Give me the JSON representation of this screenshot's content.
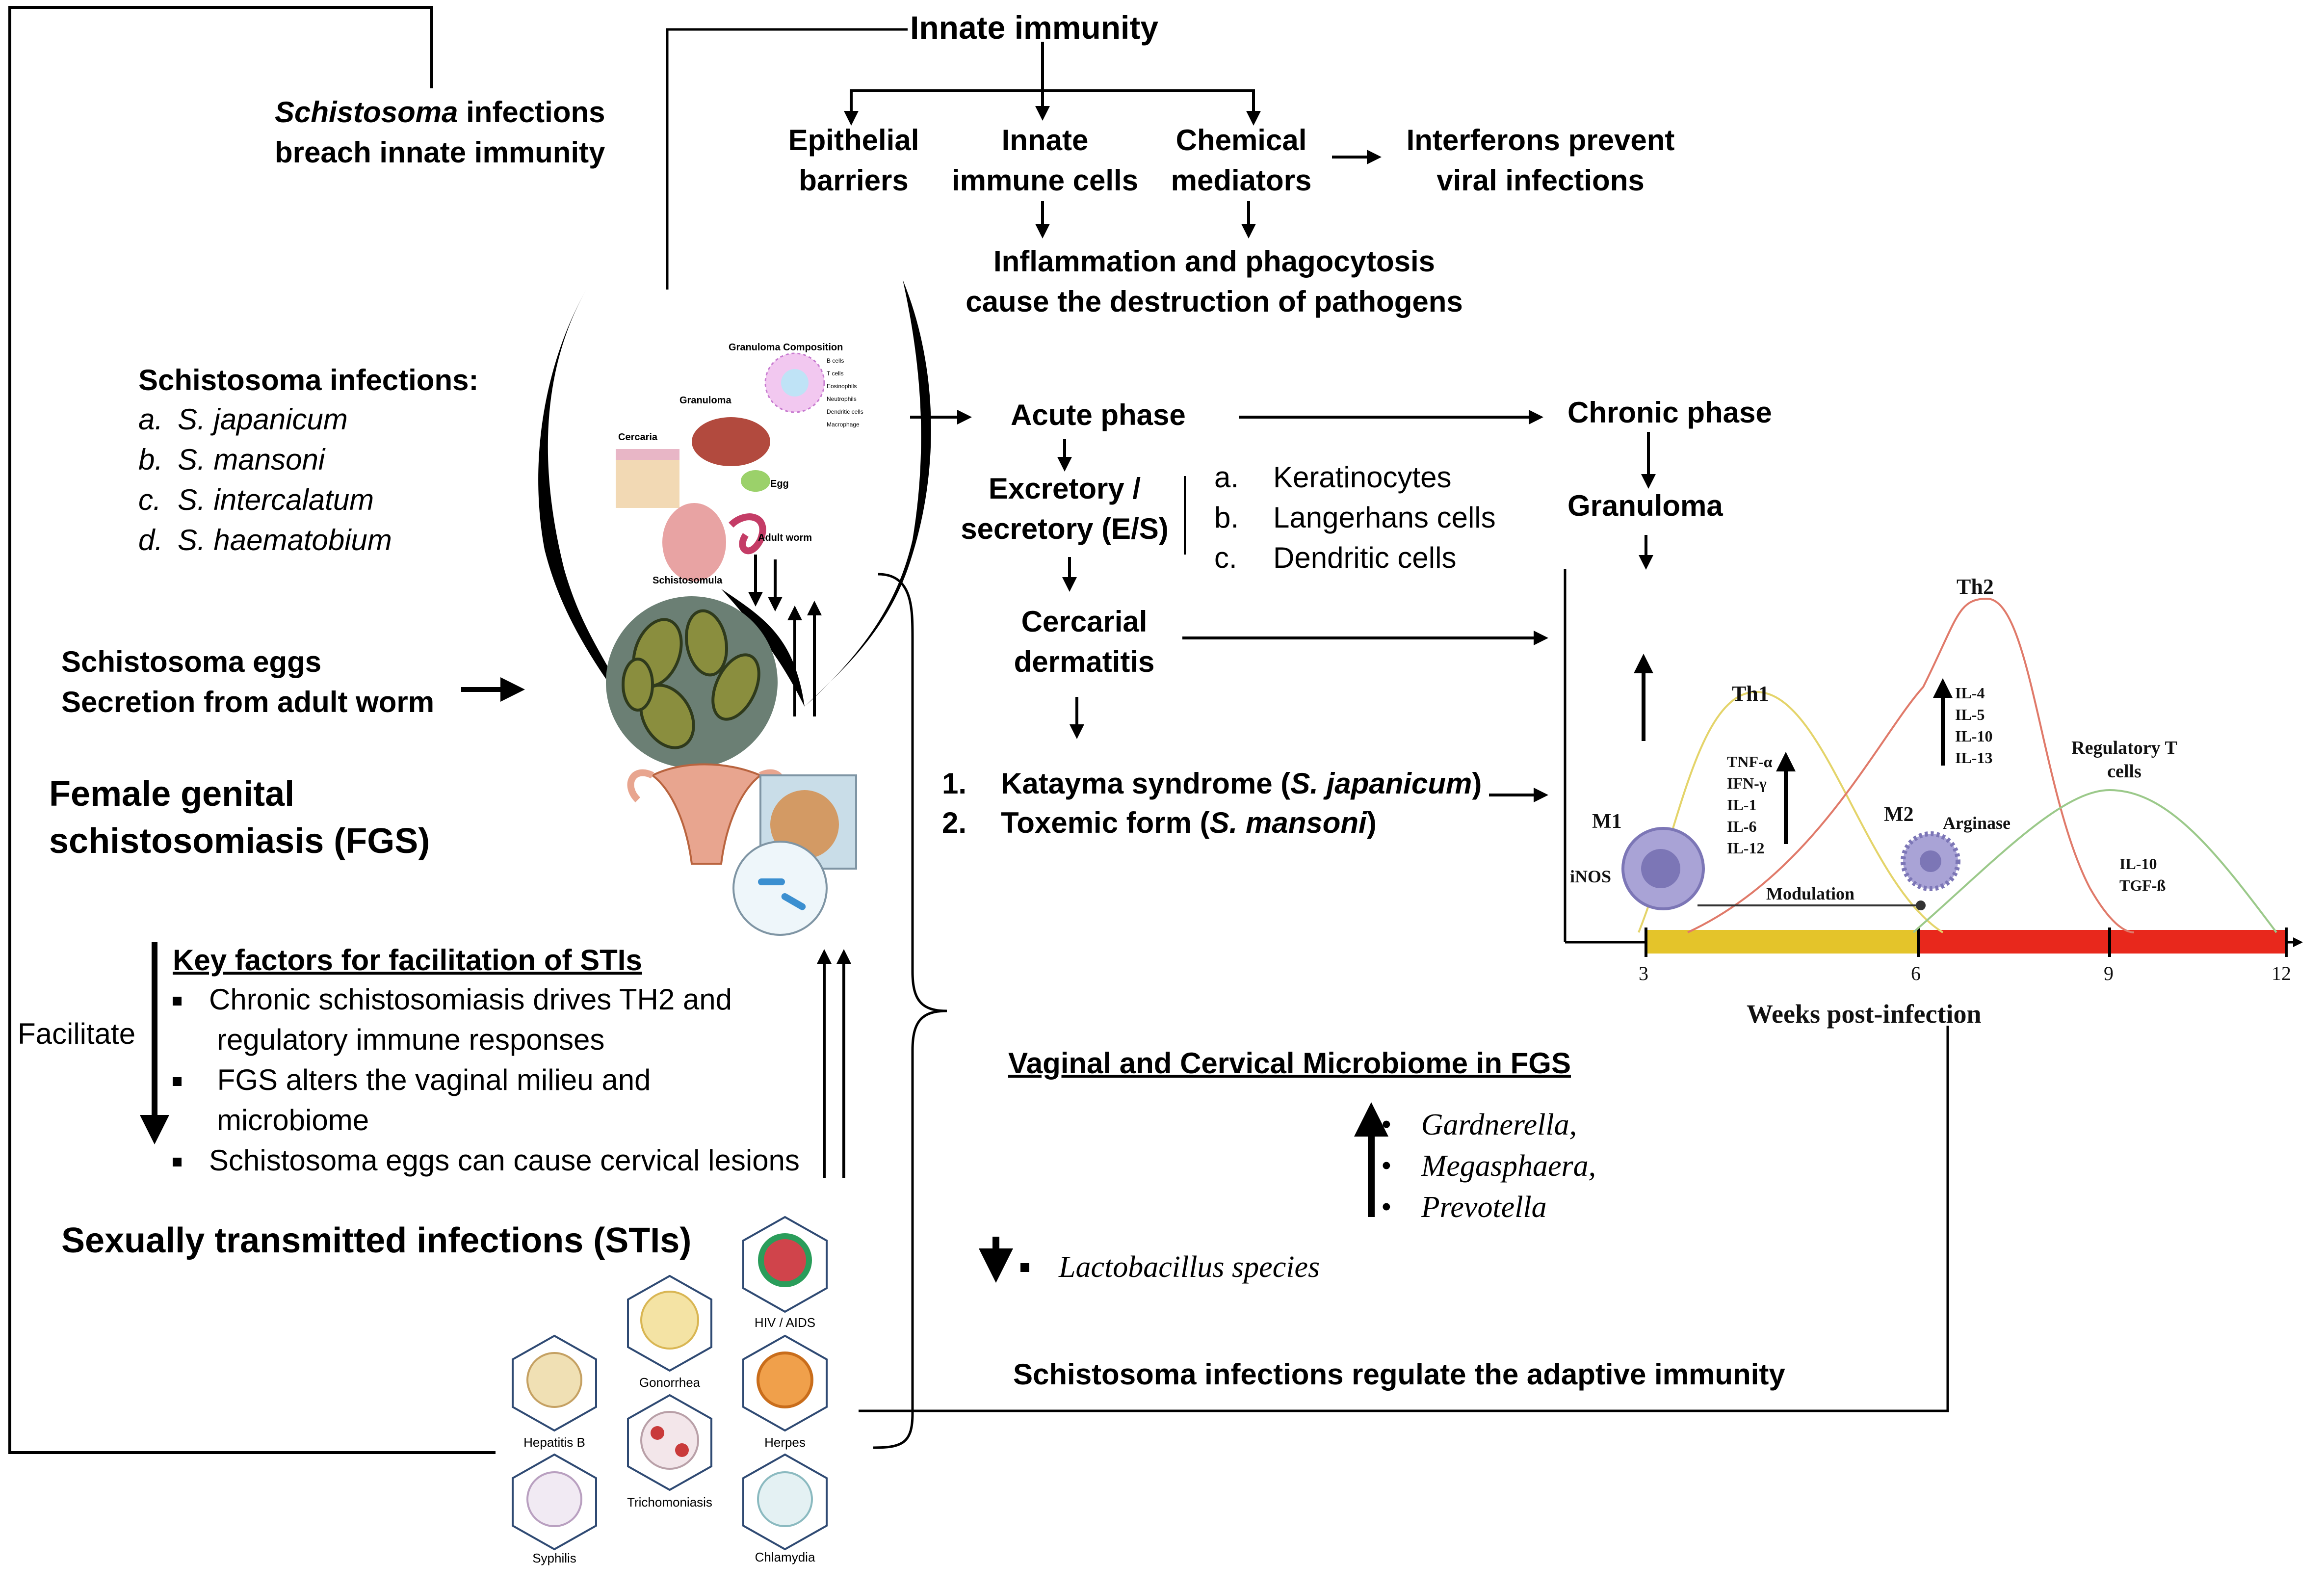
{
  "left": {
    "breach_text_italic": "Schistosoma",
    "breach_text_rest": " infections",
    "breach_text_line2": "breach innate immunity",
    "infections_heading": "Schistosoma infections:",
    "species": [
      {
        "marker": "a.",
        "name": "S. japanicum"
      },
      {
        "marker": "b.",
        "name": "S. mansoni"
      },
      {
        "marker": "c.",
        "name": "S. intercalatum"
      },
      {
        "marker": "d.",
        "name": "S. haematobium"
      }
    ],
    "eggs_line1": "Schistosoma eggs",
    "eggs_line2": "Secretion from adult worm",
    "fgs_line1": "Female genital",
    "fgs_line2": "schistosomiasis (FGS)",
    "facilitate": "Facilitate",
    "key_factors_title": "Key factors for facilitation of STIs",
    "key_factors": [
      "Chronic schistosomiasis drives TH2 and",
      "regulatory immune responses",
      " FGS alters the vaginal milieu and",
      "microbiome",
      "Schistosoma eggs can cause cervical lesions"
    ],
    "sti_heading": "Sexually transmitted infections (STIs)"
  },
  "illustration": {
    "granuloma_composition": "Granuloma Composition",
    "granuloma": "Granuloma",
    "cercaria": "Cercaria",
    "egg": "Egg",
    "adult_worm": "Adult worm",
    "schistosomula": "Schistosomula",
    "legend": [
      "B cells",
      "T cells",
      "Eosinophils",
      "Neutrophils",
      "Dendritic cells",
      "Macrophage"
    ]
  },
  "innate": {
    "title": "Innate immunity",
    "epithelial_1": "Epithelial",
    "epithelial_2": "barriers",
    "cells_1": "Innate",
    "cells_2": "immune cells",
    "chem_1": "Chemical",
    "chem_2": "mediators",
    "ifn_1": "Interferons prevent",
    "ifn_2": "viral infections",
    "inflam_1": "Inflammation and phagocytosis",
    "inflam_2": "cause the destruction of pathogens"
  },
  "adaptive": {
    "acute": "Acute phase",
    "chronic": "Chronic phase",
    "granuloma": "Granuloma",
    "es_1": "Excretory /",
    "es_2": "secretory (E/S)",
    "cells": [
      {
        "marker": "a.",
        "name": "Keratinocytes"
      },
      {
        "marker": "b.",
        "name": "Langerhans cells"
      },
      {
        "marker": "c.",
        "name": "Dendritic cells"
      }
    ],
    "cercarial_1": "Cercarial",
    "cercarial_2": "dermatitis",
    "katayma_num": "1.",
    "katayma_pre": "Katayma syndrome (",
    "katayma_sp": "S. japanicum",
    "katayma_post": ")",
    "toxemic_num": "2.",
    "toxemic_pre": "Toxemic form (",
    "toxemic_sp": "S. mansoni",
    "toxemic_post": ")",
    "regulate": "Schistosoma infections regulate the adaptive immunity"
  },
  "microbiome": {
    "title": "Vaginal and Cervical Microbiome in FGS",
    "increased": [
      "Gardnerella,",
      "Megasphaera,",
      "Prevotella"
    ],
    "decreased": "Lactobacillus species"
  },
  "stis": {
    "hiv": "HIV / AIDS",
    "gonorrhea": "Gonorrhea",
    "herpes": "Herpes",
    "hepatitis": "Hepatitis B",
    "trich": "Trichomoniasis",
    "syphilis": "Syphilis",
    "chlamydia": "Chlamydia"
  },
  "chart_data": {
    "type": "line",
    "xlabel": "Weeks post-infection",
    "x_ticks": [
      "3",
      "6",
      "9",
      "12"
    ],
    "series": [
      {
        "name": "Th1",
        "peak_week": 4.1,
        "markers": [
          "TNF-α",
          "IFN-γ",
          "IL-1",
          "IL-6",
          "IL-12"
        ],
        "color": "#e4d46a"
      },
      {
        "name": "Th2",
        "peak_week": 6.8,
        "markers": [
          "IL-4",
          "IL-5",
          "IL-10",
          "IL-13"
        ],
        "color": "#e07a6a"
      },
      {
        "name": "Regulatory T cells",
        "peak_week": 9,
        "markers": [
          "IL-10",
          "TGF-ß"
        ],
        "color": "#9bc98a"
      }
    ],
    "m1": "M1",
    "m1_marker": "iNOS",
    "m2": "M2",
    "m2_marker": "Arginase",
    "modulation": "Modulation",
    "treg_1": "Regulatory T",
    "treg_2": "cells",
    "bar_colors": [
      "#e4c42a",
      "#e8281c"
    ]
  }
}
